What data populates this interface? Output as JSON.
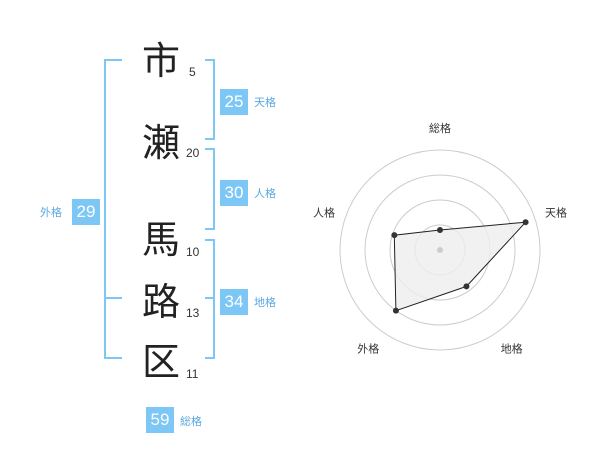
{
  "name_chars": [
    {
      "char": "市",
      "strokes": "5"
    },
    {
      "char": "瀬",
      "strokes": "20"
    },
    {
      "char": "馬",
      "strokes": "10"
    },
    {
      "char": "路",
      "strokes": "13"
    },
    {
      "char": "区",
      "strokes": "11"
    }
  ],
  "fortunes": {
    "tenkaku": {
      "value": "25",
      "label": "天格"
    },
    "jinkaku": {
      "value": "30",
      "label": "人格"
    },
    "chikaku": {
      "value": "34",
      "label": "地格"
    },
    "gaikaku": {
      "value": "29",
      "label": "外格"
    },
    "soukaku": {
      "value": "59",
      "label": "総格"
    }
  },
  "chart_data": {
    "type": "radar",
    "axes": [
      "総格",
      "天格",
      "地格",
      "外格",
      "人格"
    ],
    "values": [
      0.2,
      0.9,
      0.45,
      0.75,
      0.48
    ],
    "range": [
      0,
      1
    ],
    "rings": 4,
    "colors": {
      "ring": "#cccccc",
      "fill": "#eeeeee",
      "line": "#222222",
      "point": "#333333"
    }
  },
  "colors": {
    "accent": "#7cc7f5",
    "label": "#5aa8e0"
  }
}
